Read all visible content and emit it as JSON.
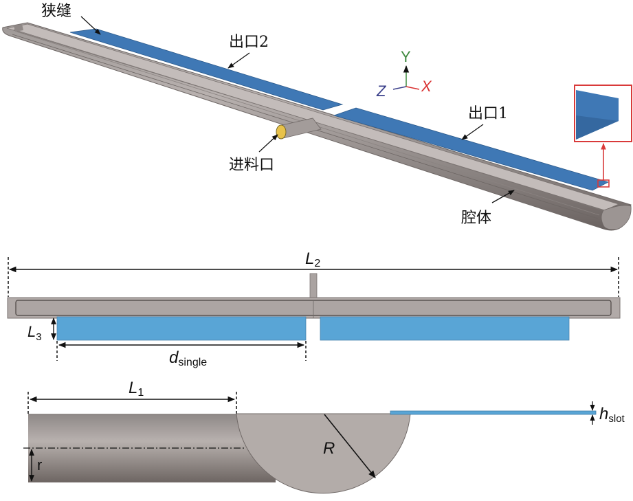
{
  "figure": {
    "panel_3d": {
      "labels": {
        "slot": "狭缝",
        "outlet2": "出口2",
        "outlet1": "出口1",
        "inlet": "进料口",
        "cavity": "腔体"
      },
      "axes": {
        "y": "Y",
        "z": "Z",
        "x": "X"
      },
      "colors": {
        "cavity": "#a9a2a0",
        "slot": "#3f78b5",
        "inlet_face": "#e8c24a",
        "highlight": "#d93a3a",
        "axis_y": "#3f8a3f",
        "axis_z": "#3a3f8a",
        "axis_x": "#d93030"
      }
    },
    "panel_front": {
      "labels": {
        "L2_main": "L",
        "L2_sub": "2",
        "L3_main": "L",
        "L3_sub": "3",
        "d_main": "d",
        "d_sub": "single"
      },
      "colors": {
        "cavity": "#b1aaa8",
        "slot": "#59a5d6"
      }
    },
    "panel_side": {
      "labels": {
        "L1_main": "L",
        "L1_sub": "1",
        "r": "r",
        "R": "R",
        "h_main": "h",
        "h_sub": "slot"
      },
      "colors": {
        "cavity": "#b3aca9",
        "slot": "#59a5d6"
      }
    }
  }
}
